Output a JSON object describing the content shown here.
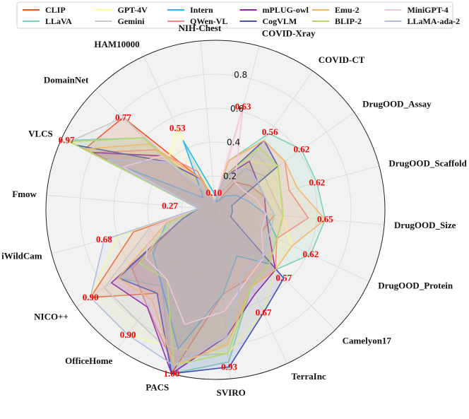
{
  "chart_data": {
    "type": "radar",
    "axes": [
      "NIH-Chest",
      "COVID-Xray",
      "COVID-CT",
      "DrugOOD_Assay",
      "DrugOOD_Scaffold",
      "DrugOOD_Size",
      "DrugOOD_Protein",
      "Camelyon17",
      "TerraInc",
      "SVIRO",
      "PACS",
      "OfficeHome",
      "NICO++",
      "iWildCam",
      "Fmow",
      "VLCS",
      "DomainNet",
      "HAM10000"
    ],
    "radial_ticks": [
      "0.2",
      "0.4",
      "0.6",
      "0.8"
    ],
    "rlim": [
      0,
      1
    ],
    "grid": true,
    "legend_position": "top",
    "series": [
      {
        "name": "CLIP",
        "color": "#f4511e",
        "values": [
          0.05,
          0.05,
          0.2,
          0.25,
          0.3,
          0.35,
          0.3,
          0.4,
          0.45,
          0.5,
          1.0,
          0.6,
          0.9,
          0.5,
          0.1,
          0.85,
          0.77,
          0.2
        ]
      },
      {
        "name": "LLaVA",
        "color": "#7fd1b9",
        "values": [
          0.05,
          0.3,
          0.55,
          0.62,
          0.62,
          0.65,
          0.62,
          0.5,
          0.5,
          0.9,
          1.0,
          0.55,
          0.7,
          0.3,
          0.1,
          0.97,
          0.6,
          0.1
        ]
      },
      {
        "name": "GPT-4V",
        "color": "#ffff99",
        "values": [
          0.06,
          0.1,
          0.35,
          0.45,
          0.4,
          0.4,
          0.5,
          0.5,
          0.67,
          0.85,
          0.85,
          0.9,
          0.9,
          0.6,
          0.1,
          0.9,
          0.4,
          0.53
        ]
      },
      {
        "name": "Gemini",
        "color": "#c8c8c8",
        "values": [
          0.05,
          0.1,
          0.3,
          0.35,
          0.35,
          0.4,
          0.4,
          0.45,
          0.5,
          0.85,
          0.9,
          0.8,
          0.8,
          0.4,
          0.1,
          0.95,
          0.77,
          0.1
        ]
      },
      {
        "name": "Intern",
        "color": "#29b6f6",
        "values": [
          0.1,
          0.05,
          0.1,
          0.15,
          0.2,
          0.3,
          0.4,
          0.45,
          0.3,
          0.5,
          0.85,
          0.55,
          0.45,
          0.3,
          0.1,
          0.6,
          0.1,
          0.45
        ]
      },
      {
        "name": "QWen-VL",
        "color": "#f48a8a",
        "values": [
          0.05,
          0.3,
          0.5,
          0.5,
          0.45,
          0.55,
          0.4,
          0.5,
          0.5,
          0.8,
          0.95,
          0.7,
          0.6,
          0.2,
          0.1,
          0.8,
          0.5,
          0.25
        ]
      },
      {
        "name": "mPLUG-owl",
        "color": "#8e24aa",
        "values": [
          0.05,
          0.2,
          0.35,
          0.3,
          0.3,
          0.3,
          0.35,
          0.5,
          0.55,
          0.75,
          1.0,
          0.7,
          0.75,
          0.2,
          0.1,
          0.8,
          0.45,
          0.1
        ]
      },
      {
        "name": "CogVLM",
        "color": "#3f51b5",
        "values": [
          0.05,
          0.2,
          0.5,
          0.45,
          0.1,
          0.1,
          0.1,
          0.57,
          0.67,
          0.93,
          1.0,
          0.6,
          0.7,
          0.2,
          0.1,
          0.9,
          0.4,
          0.2
        ]
      },
      {
        "name": "Emu-2",
        "color": "#f5b66b",
        "values": [
          0.05,
          0.3,
          0.5,
          0.5,
          0.5,
          0.65,
          0.5,
          0.5,
          0.5,
          0.8,
          0.95,
          0.65,
          0.7,
          0.3,
          0.1,
          0.85,
          0.55,
          0.2
        ]
      },
      {
        "name": "BLIP-2",
        "color": "#b7d96a",
        "values": [
          0.05,
          0.2,
          0.45,
          0.45,
          0.4,
          0.4,
          0.4,
          0.45,
          0.5,
          0.85,
          0.95,
          0.5,
          0.55,
          0.27,
          0.1,
          0.95,
          0.6,
          0.1
        ]
      },
      {
        "name": "MiniGPT-4",
        "color": "#f7c6d9",
        "values": [
          0.05,
          0.63,
          0.2,
          0.2,
          0.25,
          0.3,
          0.3,
          0.4,
          0.45,
          0.6,
          0.7,
          0.5,
          0.5,
          0.4,
          0.1,
          0.6,
          0.45,
          0.1
        ]
      },
      {
        "name": "LLaMA-ada-2",
        "color": "#b0bedc",
        "values": [
          0.05,
          0.2,
          0.3,
          0.3,
          0.3,
          0.35,
          0.35,
          0.4,
          0.4,
          0.75,
          0.95,
          0.9,
          0.9,
          0.68,
          0.1,
          0.7,
          0.4,
          0.1
        ]
      }
    ],
    "annotations": [
      {
        "axis": "NIH-Chest",
        "text": "0.10"
      },
      {
        "axis": "COVID-Xray",
        "text": "0.63"
      },
      {
        "axis": "COVID-CT",
        "text": "0.56"
      },
      {
        "axis": "DrugOOD_Assay",
        "text": "0.62"
      },
      {
        "axis": "DrugOOD_Scaffold",
        "text": "0.62"
      },
      {
        "axis": "DrugOOD_Size",
        "text": "0.65"
      },
      {
        "axis": "DrugOOD_Protein",
        "text": "0.62"
      },
      {
        "axis": "Camelyon17",
        "text": "0.57"
      },
      {
        "axis": "TerraInc",
        "text": "0.67"
      },
      {
        "axis": "SVIRO",
        "text": "0.93"
      },
      {
        "axis": "PACS",
        "text": "1.00"
      },
      {
        "axis": "OfficeHome",
        "text": "0.90"
      },
      {
        "axis": "NICO++",
        "text": "0.90"
      },
      {
        "axis": "iWildCam",
        "text": "0.68"
      },
      {
        "axis": "Fmow",
        "text": "0.27"
      },
      {
        "axis": "VLCS",
        "text": "0.97"
      },
      {
        "axis": "DomainNet",
        "text": "0.77"
      },
      {
        "axis": "HAM10000",
        "text": "0.53"
      }
    ]
  }
}
